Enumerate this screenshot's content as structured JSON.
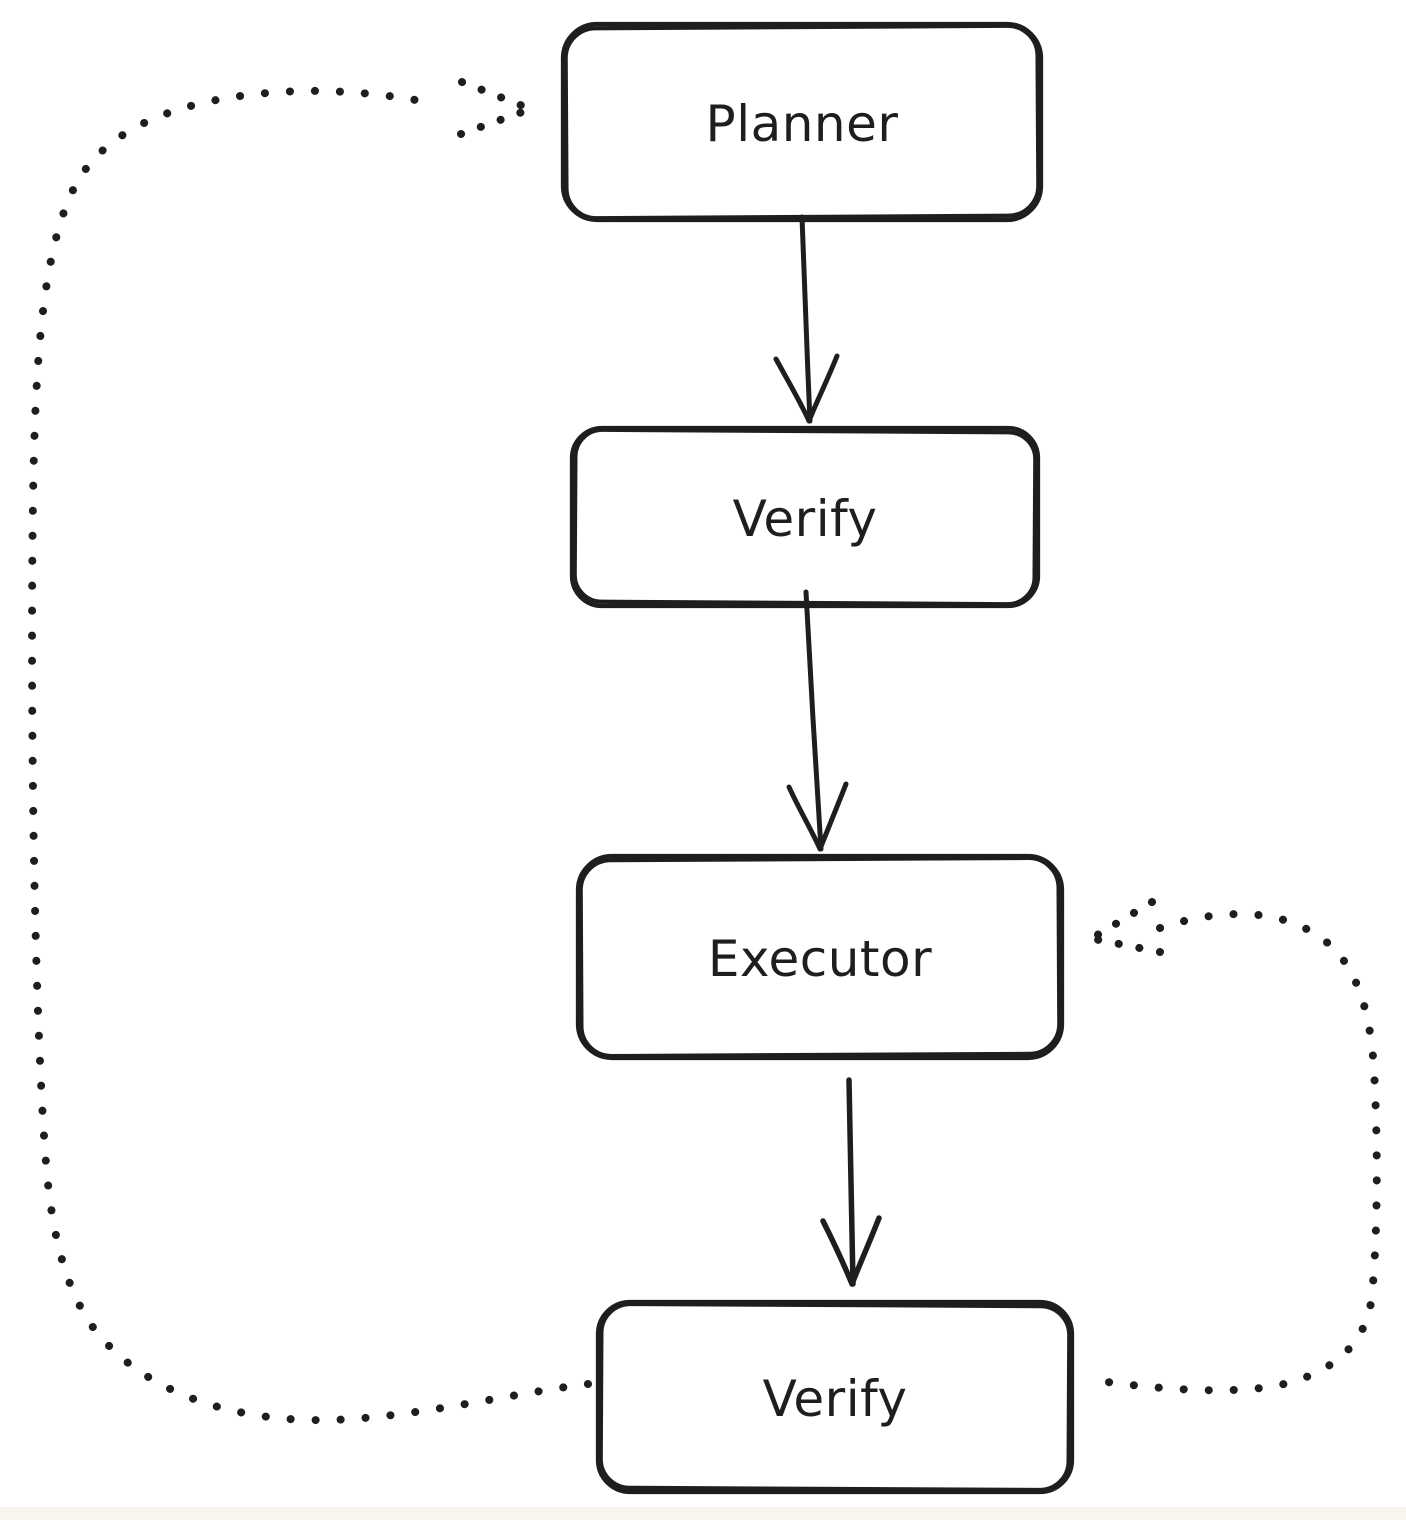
{
  "canvas": {
    "background": "#ffffff",
    "footer_strip_color": "#f8f5ee",
    "stroke_color": "#1e1e1e",
    "text_color": "#1e1e1e"
  },
  "diagram": {
    "type": "flowchart",
    "nodes": [
      {
        "id": "planner",
        "label": "Planner"
      },
      {
        "id": "verify-1",
        "label": "Verify"
      },
      {
        "id": "executor",
        "label": "Executor"
      },
      {
        "id": "verify-2",
        "label": "Verify"
      }
    ],
    "edges": [
      {
        "from": "planner",
        "to": "verify-1",
        "style": "solid",
        "description": "Planner to Verify"
      },
      {
        "from": "verify-1",
        "to": "executor",
        "style": "solid",
        "description": "Verify to Executor"
      },
      {
        "from": "executor",
        "to": "verify-2",
        "style": "solid",
        "description": "Executor to Verify"
      },
      {
        "from": "verify-2",
        "to": "planner",
        "style": "dotted",
        "description": "Verify feedback loop to Planner (left side)"
      },
      {
        "from": "verify-2",
        "to": "executor",
        "style": "dotted",
        "description": "Verify feedback loop to Executor (right side)"
      }
    ]
  }
}
